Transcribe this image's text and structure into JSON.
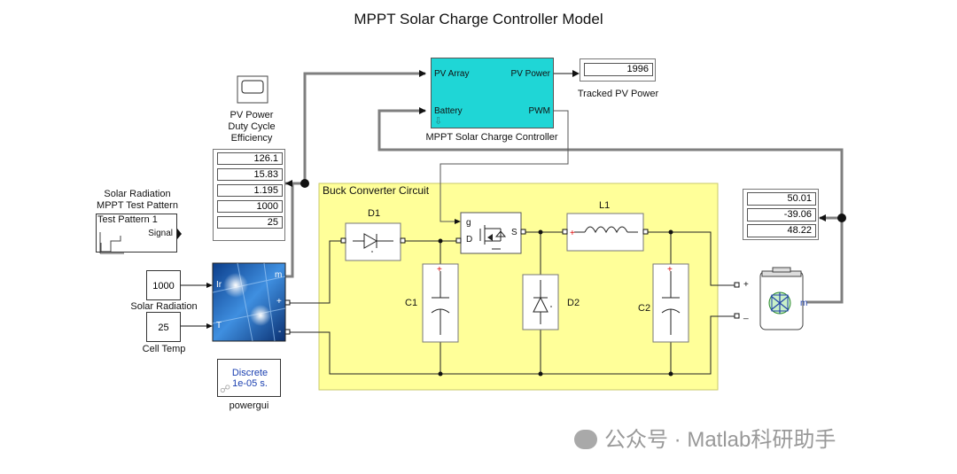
{
  "title": "MPPT Solar Charge Controller Model",
  "colors": {
    "controller_fill": "#1fd6d6",
    "subsystem_fill": "#ffff99",
    "wire": "#7f7f7f"
  },
  "scope": {
    "label_lines": [
      "PV Power",
      "Duty Cycle",
      "Efficiency"
    ]
  },
  "pv_display": {
    "values": [
      "126.1",
      "15.83",
      "1.195",
      "1000",
      "25"
    ]
  },
  "signal_builder": {
    "label_lines": [
      "Solar Radiation",
      "MPPT Test Pattern"
    ],
    "pattern": "Test Pattern 1",
    "port": "Signal"
  },
  "solar_radiation_const": {
    "value": "1000",
    "label": "Solar Radiation"
  },
  "cell_temp_const": {
    "value": "25",
    "label": "Cell Temp"
  },
  "pv_array": {
    "ports": {
      "ir": "Ir",
      "t": "T",
      "m": "m",
      "plus": "+",
      "minus": "-"
    }
  },
  "powergui": {
    "line1": "Discrete",
    "line2": "1e-05 s.",
    "label": "powergui"
  },
  "controller": {
    "label": "MPPT Solar Charge Controller",
    "in1": "PV Array",
    "in2": "Battery",
    "out1": "PV Power",
    "out2": "PWM"
  },
  "tracked_display": {
    "value": "1996",
    "label": "Tracked PV Power"
  },
  "buck": {
    "label": "Buck Converter Circuit",
    "d1": "D1",
    "c1": "C1",
    "d2": "D2",
    "l1": "L1",
    "c2": "C2",
    "mosfet_ports": {
      "g": "g",
      "d": "D",
      "s": "S"
    }
  },
  "battery_display": {
    "values": [
      "50.01",
      "-39.06",
      "48.22"
    ]
  },
  "battery": {
    "plus": "+",
    "minus": "_",
    "m": "m"
  },
  "watermark": "公众号 · Matlab科研助手"
}
